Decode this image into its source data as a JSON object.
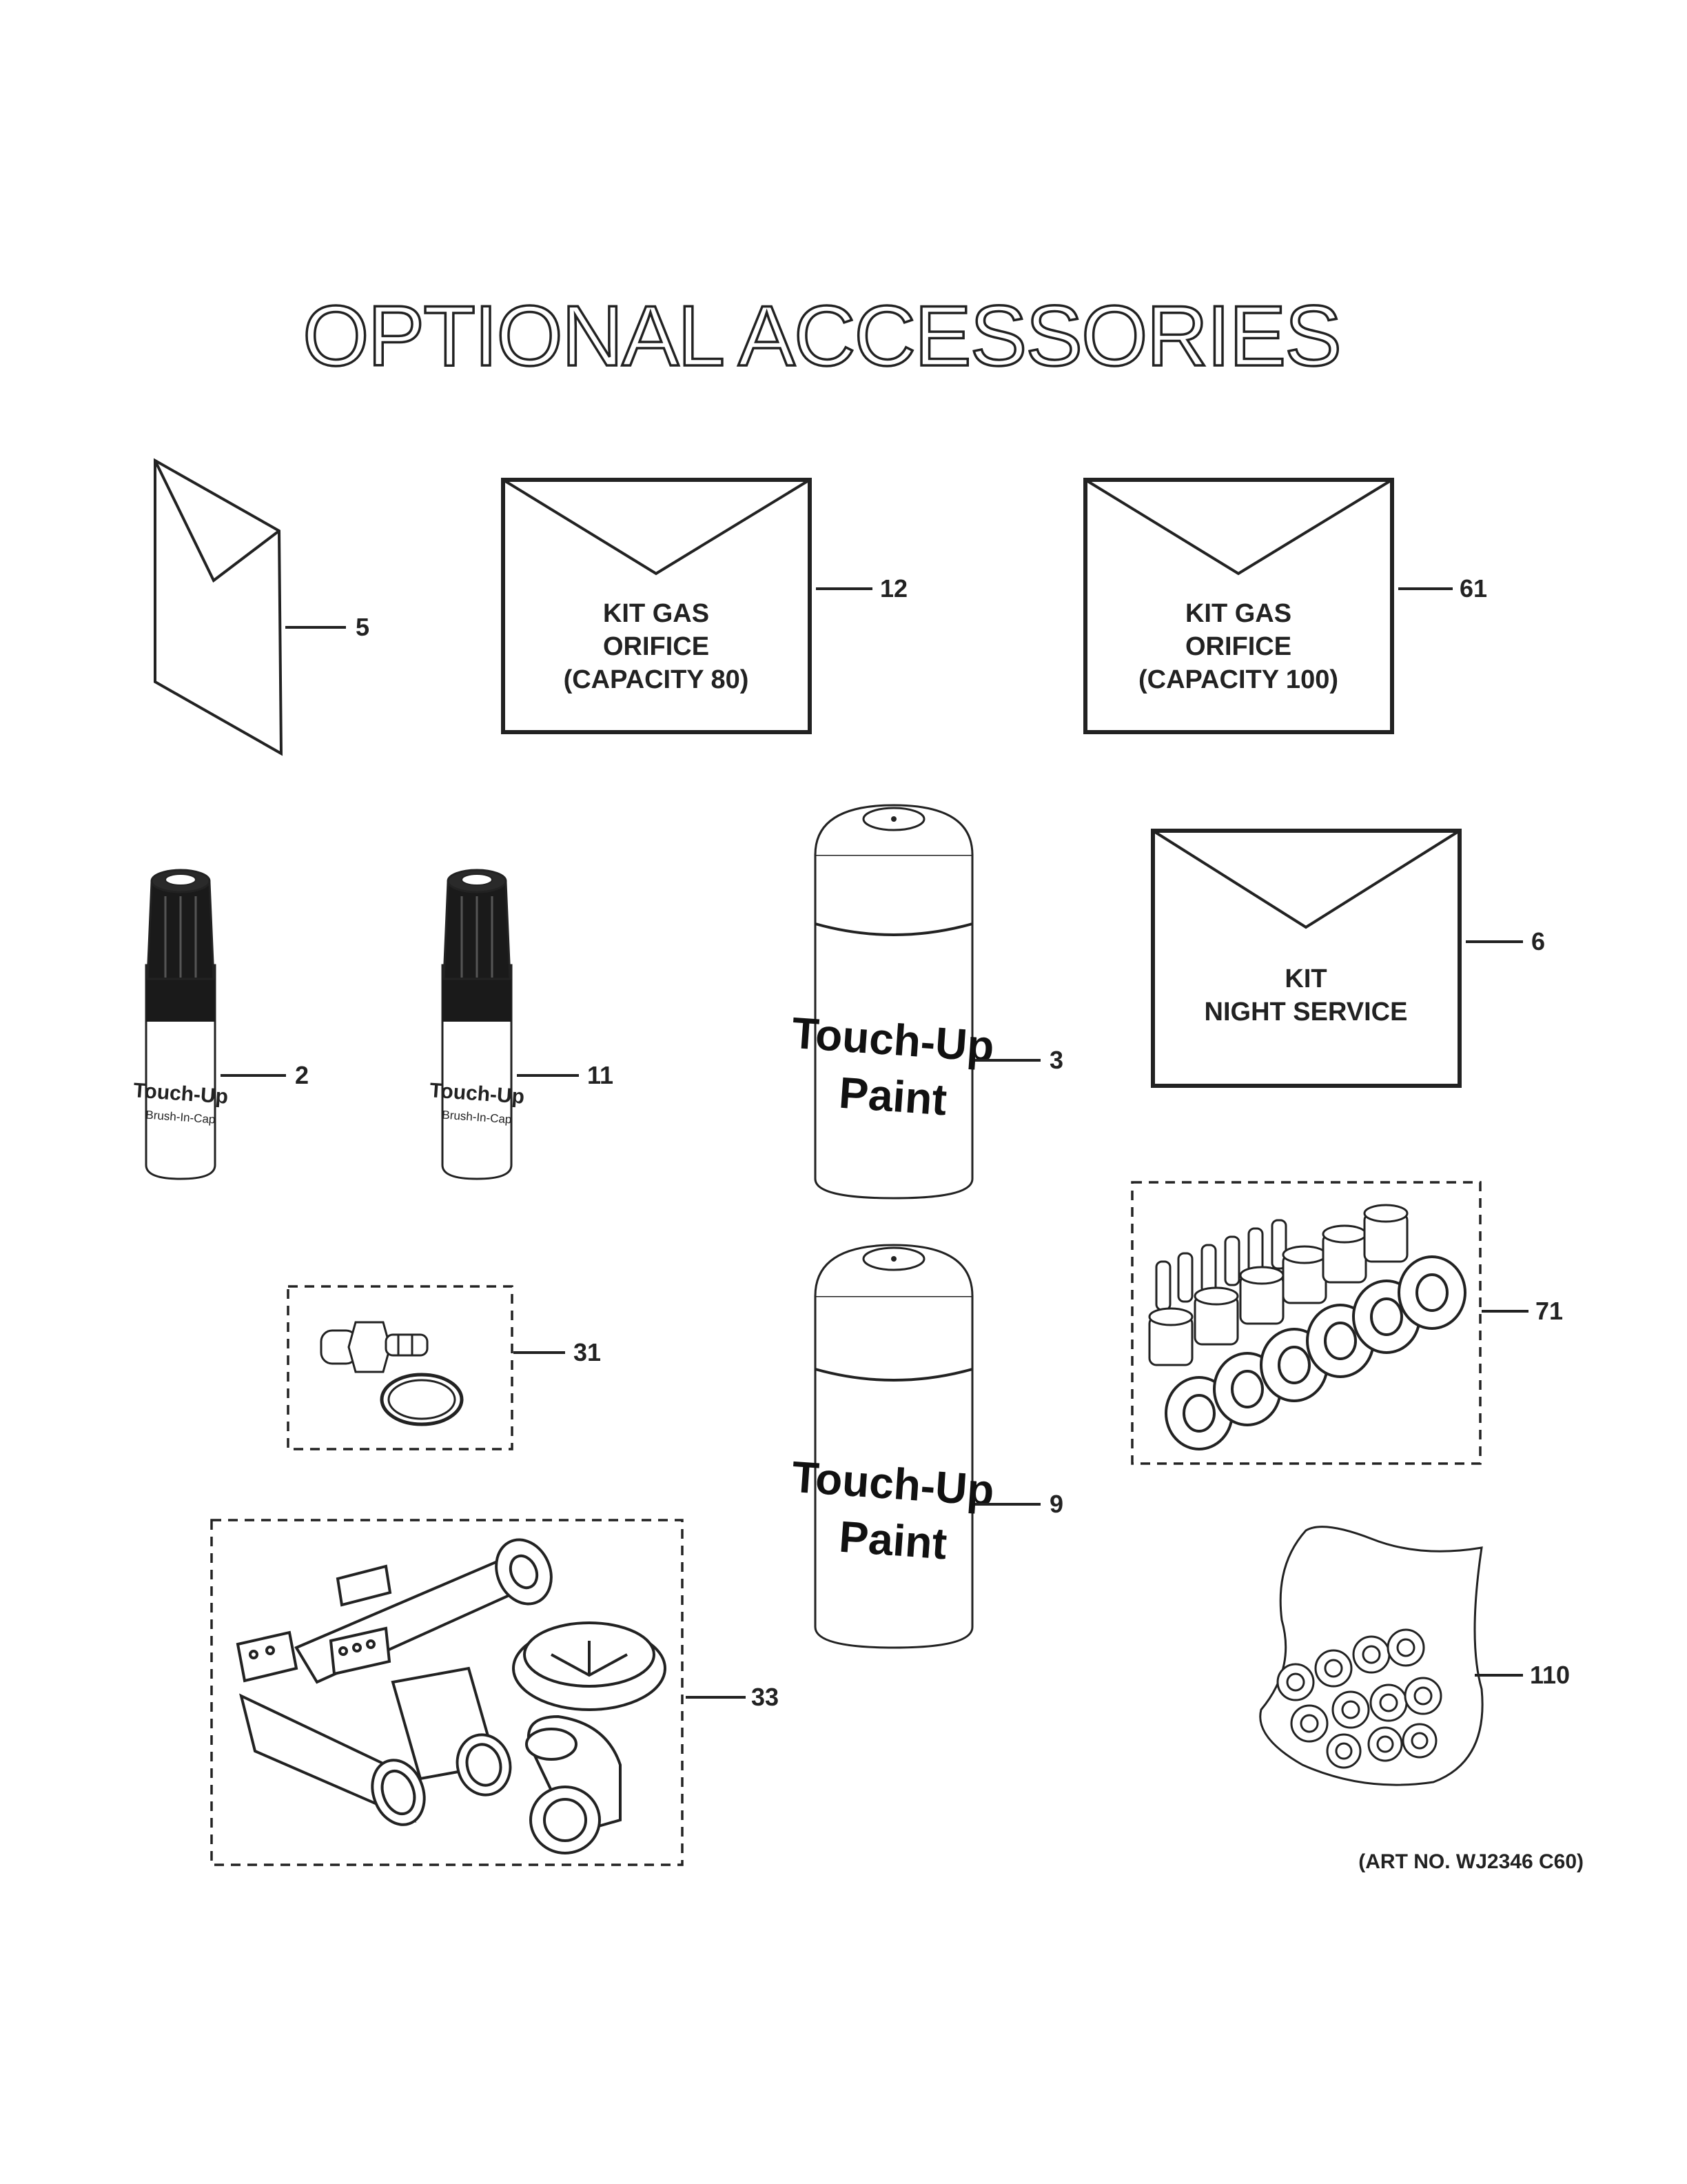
{
  "title": "OPTIONAL ACCESSORIES",
  "art_number": "(ART NO. WJ2346 C60)",
  "items": {
    "item_5": {
      "callout": "5"
    },
    "item_12": {
      "callout": "12",
      "label_lines": [
        "KIT GAS",
        "ORIFICE",
        "(CAPACITY 80)"
      ]
    },
    "item_61": {
      "callout": "61",
      "label_lines": [
        "KIT GAS",
        "ORIFICE",
        "(CAPACITY 100)"
      ]
    },
    "item_2": {
      "callout": "2",
      "label": "Touch-Up",
      "sublabel": "Brush-In-Cap"
    },
    "item_11": {
      "callout": "11",
      "label": "Touch-Up",
      "sublabel": "Brush-In-Cap"
    },
    "item_3": {
      "callout": "3",
      "label_lines": [
        "Touch-Up",
        "Paint"
      ]
    },
    "item_9": {
      "callout": "9",
      "label_lines": [
        "Touch-Up",
        "Paint"
      ]
    },
    "item_6": {
      "callout": "6",
      "label_lines": [
        "KIT",
        "NIGHT SERVICE"
      ]
    },
    "item_71": {
      "callout": "71"
    },
    "item_31": {
      "callout": "31"
    },
    "item_33": {
      "callout": "33"
    },
    "item_110": {
      "callout": "110"
    }
  }
}
